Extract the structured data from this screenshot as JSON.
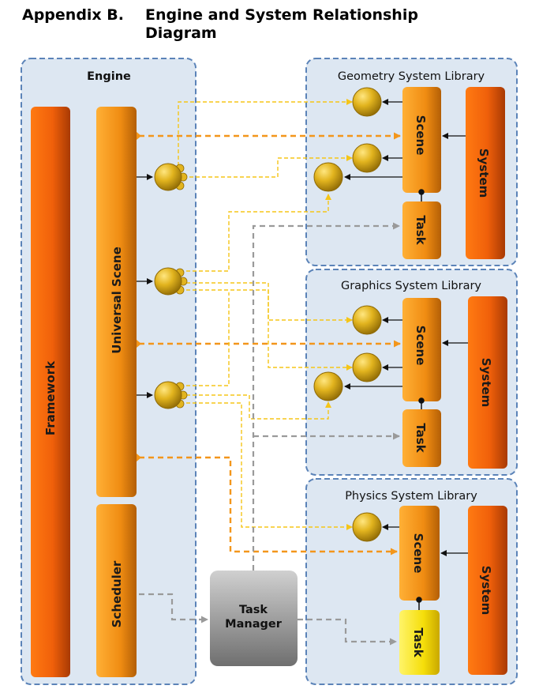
{
  "header": {
    "prefix": "Appendix B.",
    "title_line1": "Engine and System Relationship",
    "title_line2": "Diagram"
  },
  "engine": {
    "label": "Engine",
    "framework": "Framework",
    "universal_scene": "Universal Scene",
    "scheduler": "Scheduler"
  },
  "task_manager": {
    "line1": "Task",
    "line2": "Manager"
  },
  "libraries": [
    {
      "title": "Geometry System Library",
      "scene": "Scene",
      "task": "Task",
      "system": "System"
    },
    {
      "title": "Graphics System Library",
      "scene": "Scene",
      "task": "Task",
      "system": "System"
    },
    {
      "title": "Physics System Library",
      "scene": "Scene",
      "task": "Task",
      "system": "System"
    }
  ],
  "colors": {
    "panel_fill": "#dde7f2",
    "panel_border": "#5b83b8",
    "orange_bar": "#f06a0c",
    "scene_orange": "#f39a1a",
    "active_task": "#f7e60e",
    "observer_link": "#f5c518",
    "scene_link": "#f3961b",
    "task_link": "#9a9a9a"
  }
}
